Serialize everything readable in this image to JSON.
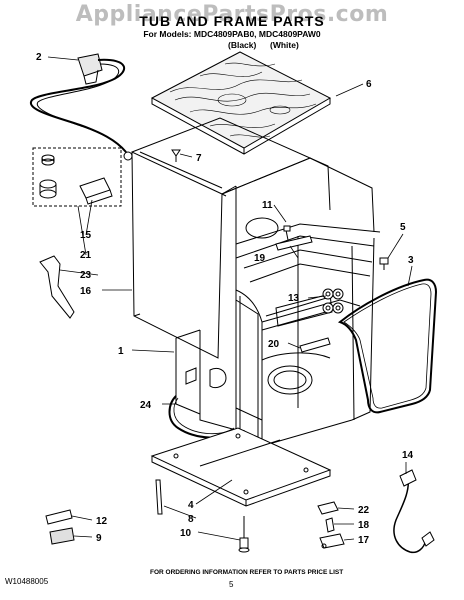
{
  "header": {
    "watermark": "AppliancePartsPros.com",
    "title": "TUB AND FRAME PARTS",
    "models_line": "For Models: MDC4809PAB0, MDC4809PAW0",
    "variant_black": "(Black)",
    "variant_white": "(White)"
  },
  "callouts": [
    "1",
    "2",
    "3",
    "4",
    "5",
    "6",
    "7",
    "8",
    "9",
    "10",
    "11",
    "12",
    "13",
    "14",
    "15",
    "16",
    "17",
    "18",
    "19",
    "20",
    "21",
    "22",
    "23",
    "24"
  ],
  "footer": {
    "doc_number": "W10488005",
    "ordering_info": "FOR ORDERING INFORMATION REFER TO PARTS PRICE LIST",
    "page_number": "5"
  }
}
